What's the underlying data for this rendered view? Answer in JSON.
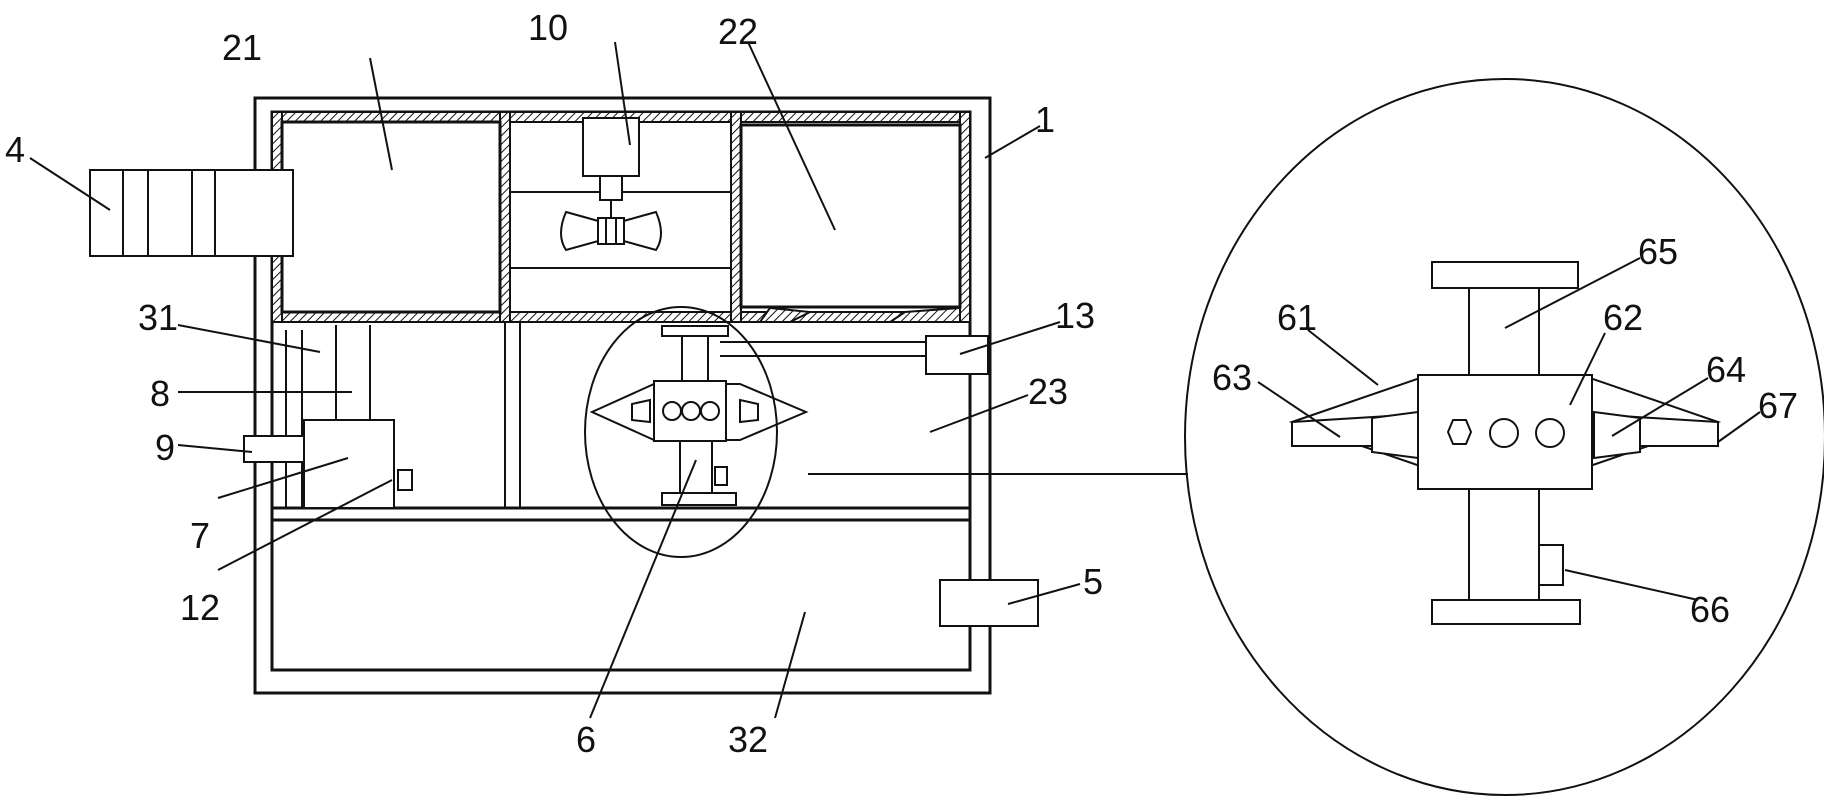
{
  "labels": {
    "l1": "1",
    "l4": "4",
    "l5": "5",
    "l6": "6",
    "l7": "7",
    "l8": "8",
    "l9": "9",
    "l10": "10",
    "l12": "12",
    "l13": "13",
    "l21": "21",
    "l22": "22",
    "l23": "23",
    "l31": "31",
    "l32": "32",
    "l61": "61",
    "l62": "62",
    "l63": "63",
    "l64": "64",
    "l65": "65",
    "l66": "66",
    "l67": "67"
  }
}
